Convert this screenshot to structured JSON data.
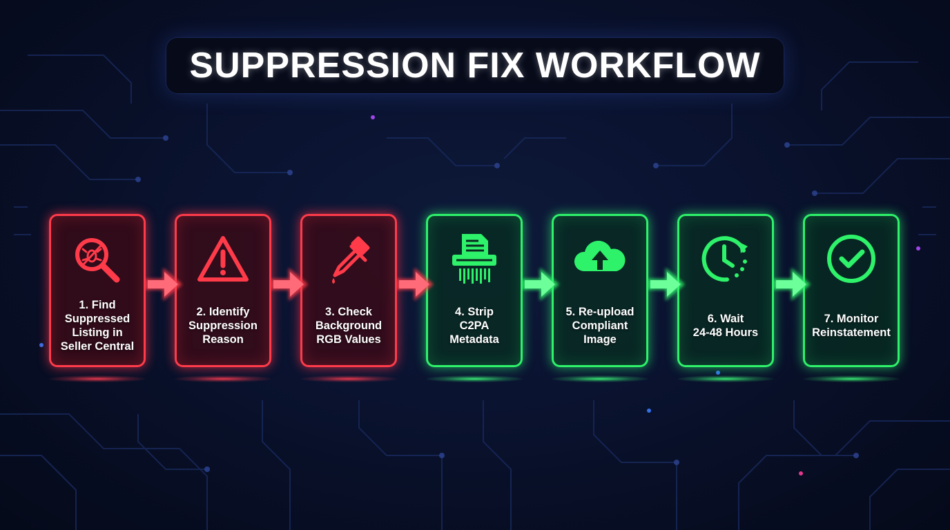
{
  "title": "SUPPRESSION FIX WORKFLOW",
  "colors": {
    "background": "#0a1330",
    "red_accent": "#ff3b4a",
    "green_accent": "#2ef26a",
    "text": "#ffffff"
  },
  "steps": [
    {
      "label": "1. Find\nSuppressed\nListing in\nSeller Central",
      "icon": "magnifier-bug-icon",
      "status": "red"
    },
    {
      "label": "2. Identify\nSuppression\nReason",
      "icon": "warning-triangle-icon",
      "status": "red"
    },
    {
      "label": "3. Check\nBackground\nRGB Values",
      "icon": "eyedropper-icon",
      "status": "red"
    },
    {
      "label": "4. Strip\nC2PA\nMetadata",
      "icon": "document-shredder-icon",
      "status": "green"
    },
    {
      "label": "5. Re-upload\nCompliant\nImage",
      "icon": "cloud-upload-icon",
      "status": "green"
    },
    {
      "label": "6. Wait\n24-48 Hours",
      "icon": "clock-icon",
      "status": "green"
    },
    {
      "label": "7. Monitor\nReinstatement",
      "icon": "check-circle-icon",
      "status": "green"
    }
  ],
  "connectors": [
    {
      "from": 1,
      "to": 2,
      "color": "red"
    },
    {
      "from": 2,
      "to": 3,
      "color": "red"
    },
    {
      "from": 3,
      "to": 4,
      "color": "red"
    },
    {
      "from": 4,
      "to": 5,
      "color": "green"
    },
    {
      "from": 5,
      "to": 6,
      "color": "green"
    },
    {
      "from": 6,
      "to": 7,
      "color": "green"
    }
  ]
}
